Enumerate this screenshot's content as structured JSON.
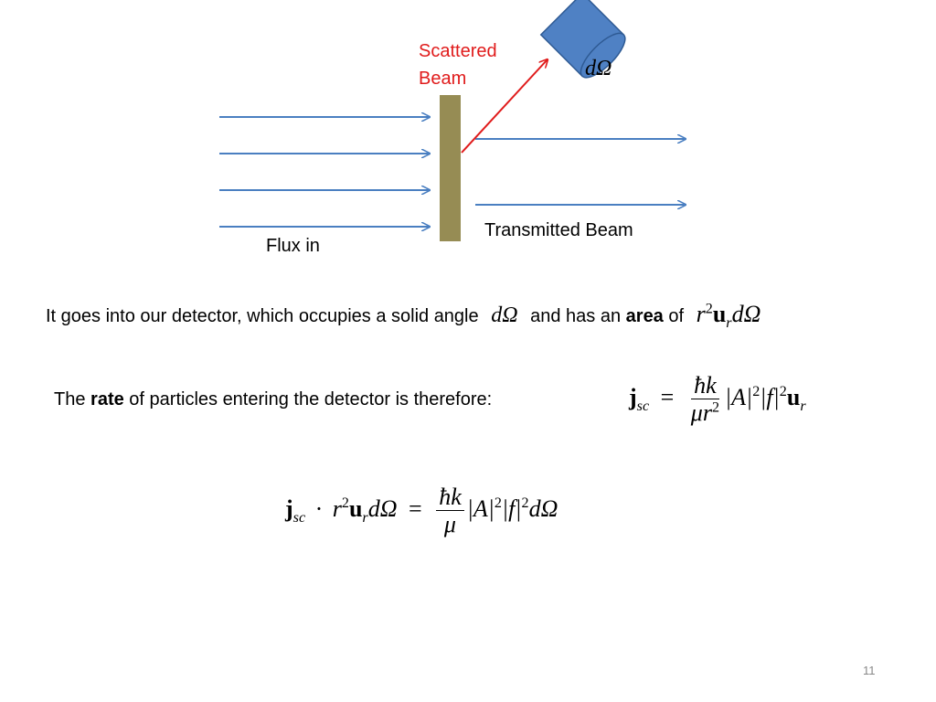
{
  "diagram": {
    "scattered_label_line1": "Scattered",
    "scattered_label_line2": "Beam",
    "detector_label": "dΩ",
    "transmitted_label": "Transmitted Beam",
    "flux_label": "Flux in",
    "colors": {
      "arrow": "#4a7fc1",
      "scattered": "#e01b1b",
      "target": "#968c54",
      "detector": "#4f81c4",
      "detector_edge": "#2e5a93"
    }
  },
  "text": {
    "line1_a": "It goes into our detector, which occupies a solid angle",
    "line1_b": "and has an",
    "line1_bold": "area",
    "line1_c": "of",
    "line2_a": "The",
    "line2_bold": "rate",
    "line2_b": "of particles entering the detector is therefore:"
  },
  "math": {
    "dOmega": "dΩ",
    "area_expr_r": "r",
    "area_expr_sup": "2",
    "area_expr_u": "u",
    "area_expr_sub": "r",
    "area_expr_end": "dΩ",
    "j": "j",
    "j_sub": "sc",
    "eq": "=",
    "hbar_k": "ħk",
    "mu_r2": "μr",
    "mu_r2_sup": "2",
    "mu": "μ",
    "abs_A": "|A|",
    "abs_f": "|f|",
    "sq": "2",
    "u": "u",
    "u_sub": "r",
    "cdot": "·",
    "r": "r"
  },
  "page_number": "11"
}
